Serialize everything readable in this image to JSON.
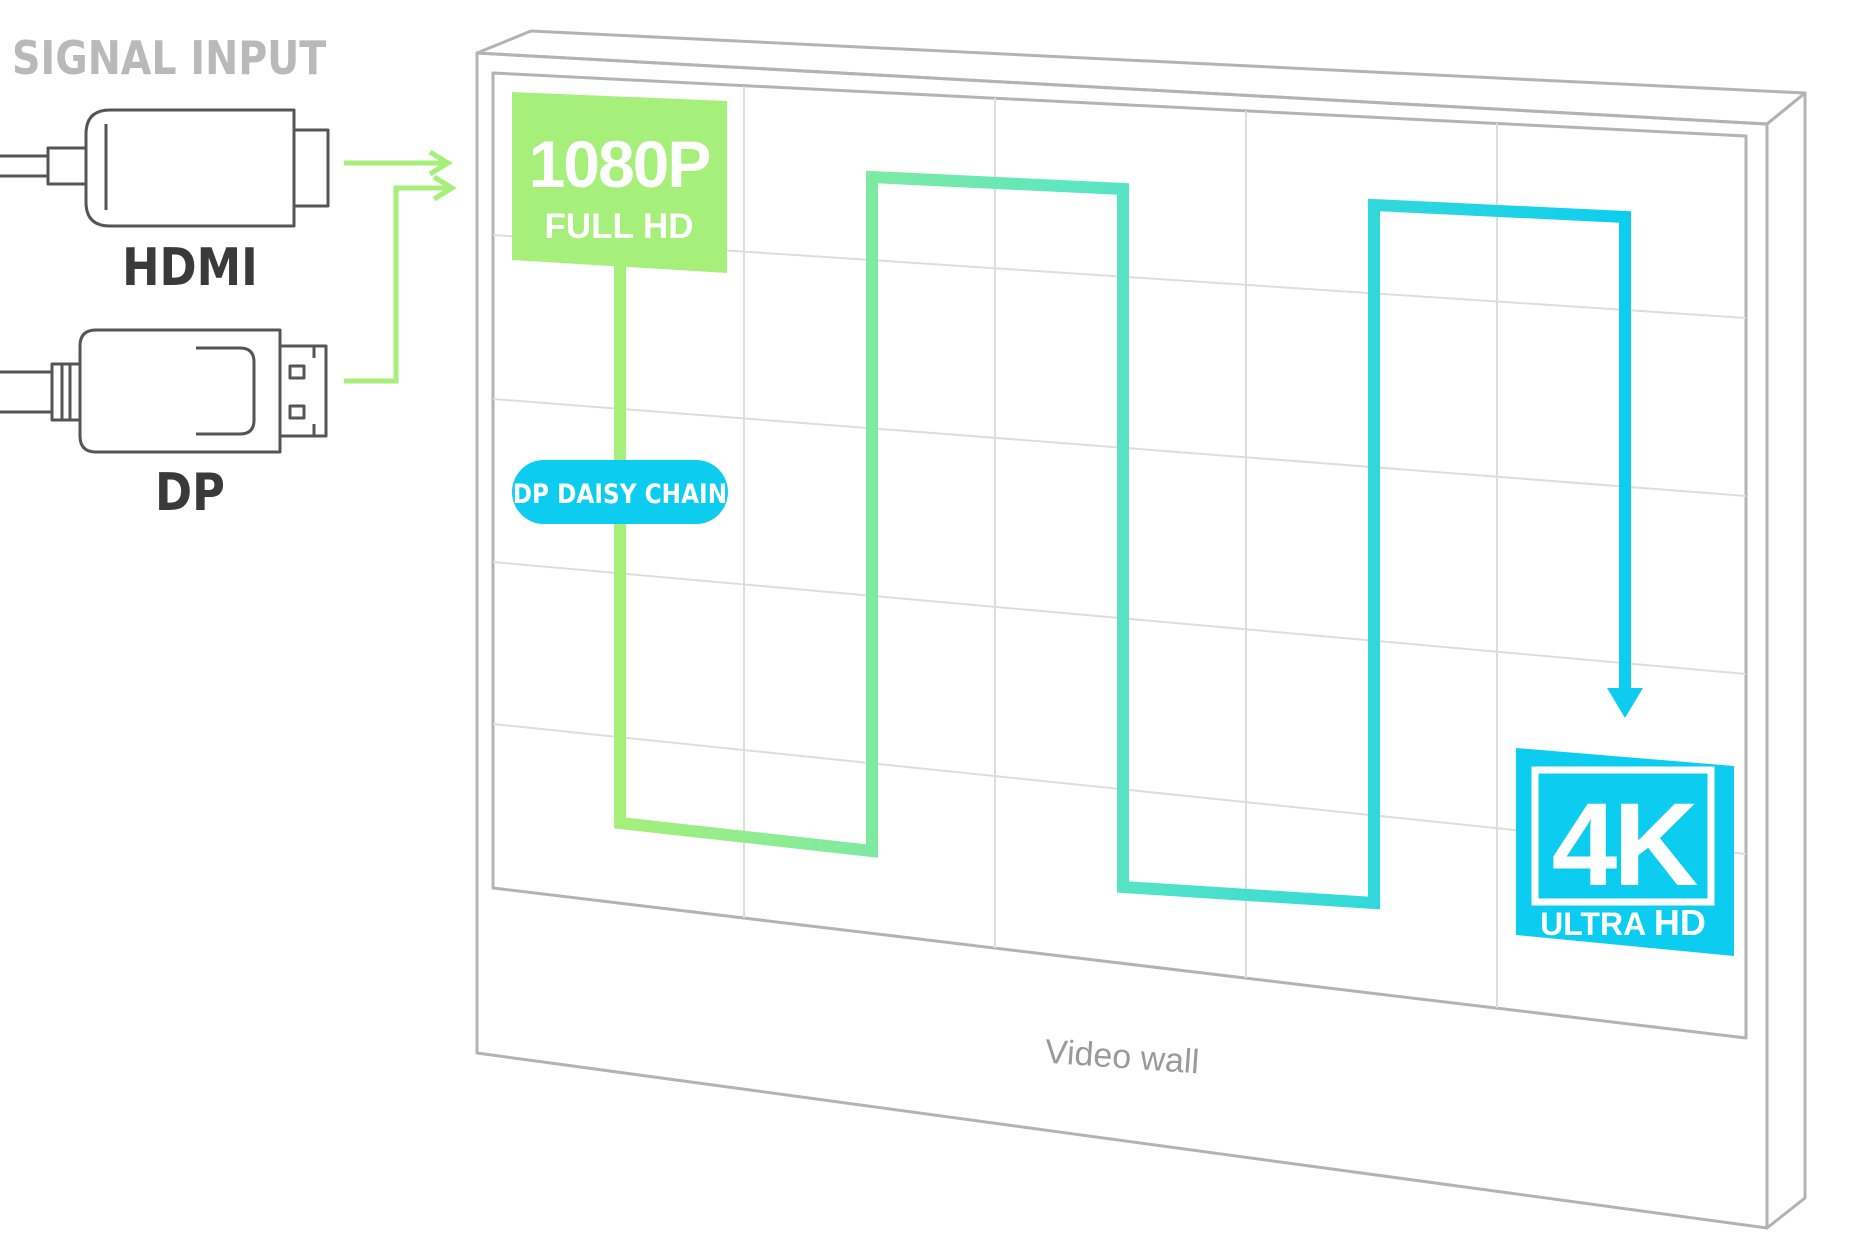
{
  "signal_input": {
    "title": "SIGNAL INPUT",
    "hdmi_label": "HDMI",
    "dp_label": "DP"
  },
  "video_wall": {
    "label": "Video wall"
  },
  "badges": {
    "fullhd_top": "1080P",
    "fullhd_bottom": "FULL HD",
    "daisy_chain": "DP DAISY CHAIN",
    "uhd_top": "4K",
    "uhd_bottom_a": "ULTRA",
    "uhd_bottom_b": "HD"
  },
  "colors": {
    "green": "#a6ef7a",
    "teal": "#5ee6c0",
    "cyan": "#0ccdf0",
    "outline": "#b3b3b3",
    "grid": "#dddddd",
    "connector": "#555555",
    "label_dark": "#3a3a3a",
    "label_grey": "#b9b9b9"
  }
}
